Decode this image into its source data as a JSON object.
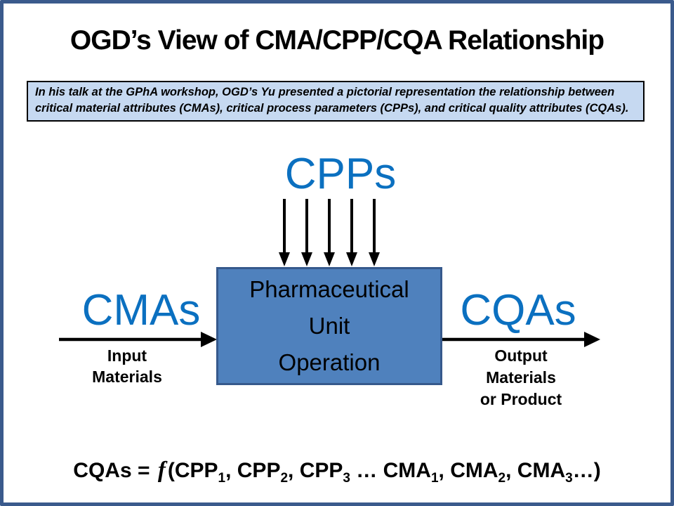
{
  "slide": {
    "title": "OGD’s View of CMA/CPP/CQA Relationship",
    "note": "In his talk at the GPhA workshop, OGD’s Yu presented a pictorial representation the relationship between critical material attributes (CMAs), critical process parameters (CPPs), and critical quality attributes (CQAs)."
  },
  "diagram": {
    "cpp_label": "CPPs",
    "cma_label": "CMAs",
    "cqa_label": "CQAs",
    "box_lines": [
      "Pharmaceutical",
      "Unit",
      "Operation"
    ],
    "input_caption_lines": [
      "Input",
      "Materials"
    ],
    "output_caption_lines": [
      "Output",
      "Materials",
      "or Product"
    ],
    "cpp_arrow_count": 5
  },
  "formula": {
    "segments": [
      {
        "text": "CQAs = "
      },
      {
        "text": "f",
        "italic": true
      },
      {
        "text": "(CPP"
      },
      {
        "text": "1",
        "sub": true
      },
      {
        "text": ", CPP"
      },
      {
        "text": "2",
        "sub": true
      },
      {
        "text": ", CPP"
      },
      {
        "text": "3",
        "sub": true
      },
      {
        "text": " … CMA"
      },
      {
        "text": "1",
        "sub": true
      },
      {
        "text": ", CMA"
      },
      {
        "text": "2",
        "sub": true
      },
      {
        "text": ", CMA"
      },
      {
        "text": "3",
        "sub": true
      },
      {
        "text": "…)"
      }
    ]
  },
  "colors": {
    "accent_blue": "#0B70C0",
    "box_fill": "#4F81BD",
    "box_border": "#36598C",
    "note_fill": "#C6D9F1",
    "slide_border": "#3A5A8C",
    "text_black": "#000000"
  }
}
